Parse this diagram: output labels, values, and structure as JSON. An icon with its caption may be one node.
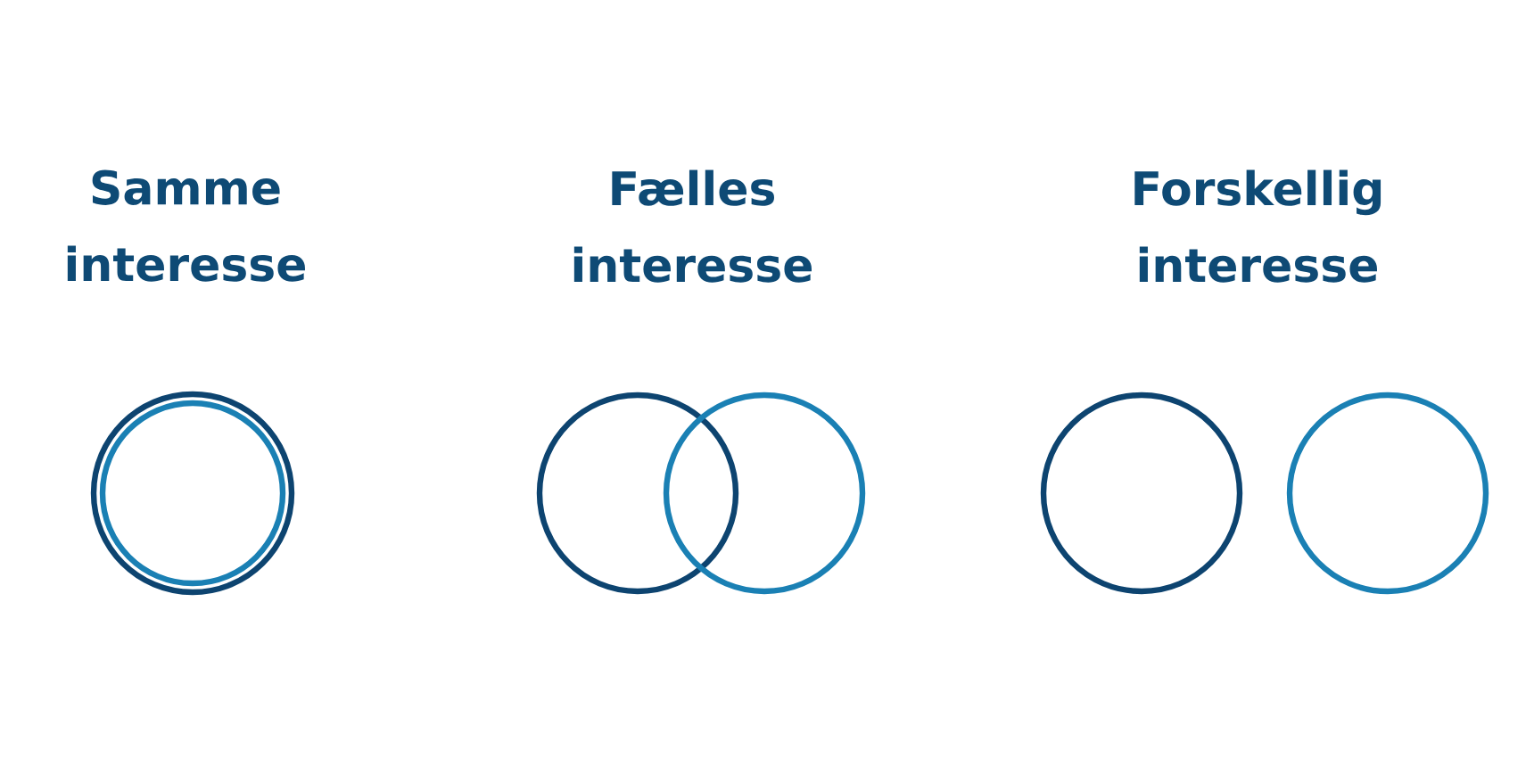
{
  "diagram": {
    "nodes": [
      {
        "text": [],
        "shape": "circle"
      },
      {
        "text": [],
        "shape": "circle",
        "in": 0
      },
      {
        "text": [],
        "shape": "circle"
      },
      {
        "text": [],
        "shape": "circle"
      },
      {
        "text": [],
        "shape": "circle"
      },
      {
        "text": [],
        "shape": "circle"
      }
    ],
    "labels": [
      "Samme interesse",
      "Fælles interesse",
      "Forskellig interesse"
    ]
  }
}
